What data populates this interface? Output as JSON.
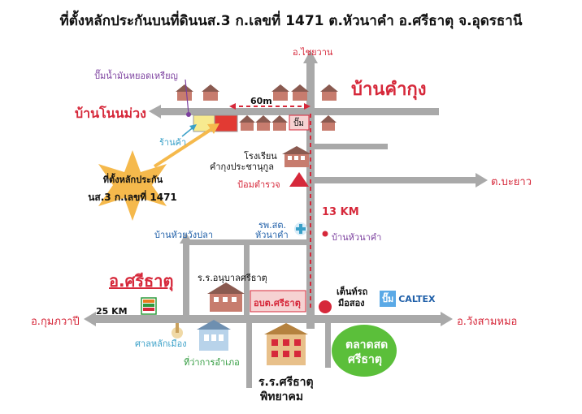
{
  "title": "ที่ตั้งหลักประกันบนที่ดินนส.3 ก.เลขที่ 1471 ต.หัวนาคำ อ.ศรีธาตุ จ.อุดรธานี",
  "places": {
    "ban_kham_kung": "บ้านคำกุง",
    "ban_non_muang": "บ้านโนนม่วง",
    "a_chaiwan": "อ.ไชยวาน",
    "t_bayao": "ต.บะยาว",
    "a_si_that": "อ.ศรีธาตุ",
    "a_kumphawapi": "อ.กุมภวาปี",
    "a_wang_sam_mo": "อ.วังสามหมอ",
    "ban_hua_wang_pla": "บ้านหัวยวังปลา",
    "ban_hua_na_kham": "บ้านหัวนาคำ"
  },
  "landmarks": {
    "gas_station": "ปั๊มน้ำมันหยอดเหรียญ",
    "shop": "ร้านค้า",
    "pump": "ปั๊ม",
    "school_kham_kung_line1": "โรงเรียน",
    "school_kham_kung_line2": "คำกุงประชานุกูล",
    "police_box": "ป้อมตำรวจ",
    "hospital_line1": "รพ.สต.",
    "hospital_line2": "หัวนาคำ",
    "kindergarten": "ร.ร.อนุบาลศรีธาตุ",
    "district_office_box": "อบต.ศรีธาตุ",
    "bus_station_line1": "เต็นท์รถ",
    "bus_station_line2": "มือสอง",
    "caltex_pump": "ปั๊ม",
    "caltex_name": "CALTEX",
    "city_shrine": "ศาลหลักเมือง",
    "district_hall": "ที่ว่าการอำเภอ",
    "school_si_that_line1": "ร.ร.ศรีธาตุ",
    "school_si_that_line2": "พิทยาคม",
    "market_line1": "ตลาดสด",
    "market_line2": "ศรีธาตุ",
    "seven_eleven": "7"
  },
  "distances": {
    "d60m": "60m",
    "d13km": "13 KM",
    "d25km": "25 KM"
  },
  "star": {
    "line1": "ที่ตั้งหลักประกัน",
    "line2": "นส.3 ก.เลขที่ 1471"
  },
  "colors": {
    "road": "#a9a9a9",
    "accent_red": "#d6283a",
    "star": "#f5b94c",
    "market": "#5bbf3a",
    "plot": "#e23a33",
    "plot_yellow": "#f7ea8f"
  }
}
